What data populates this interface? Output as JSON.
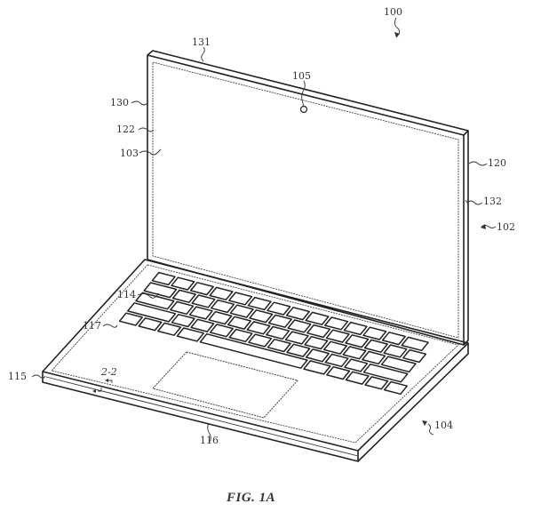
{
  "figure": {
    "caption": "FIG. 1A",
    "subject": "laptop computer, perspective view"
  },
  "reference_numerals": {
    "device": "100",
    "display_housing": "102",
    "display": "103",
    "base_housing": "104",
    "camera": "105",
    "keyboard": "114",
    "base_edge": "115",
    "trackpad": "116",
    "base_top_surface": "117",
    "display_side": "120",
    "display_border": "122",
    "lid_left_edge": "130",
    "lid_top_edge": "131",
    "lid_right_inner": "132",
    "section_marker": "2-2"
  },
  "colors": {
    "background": "#ffffff",
    "line": "#222222",
    "text": "#333333"
  }
}
